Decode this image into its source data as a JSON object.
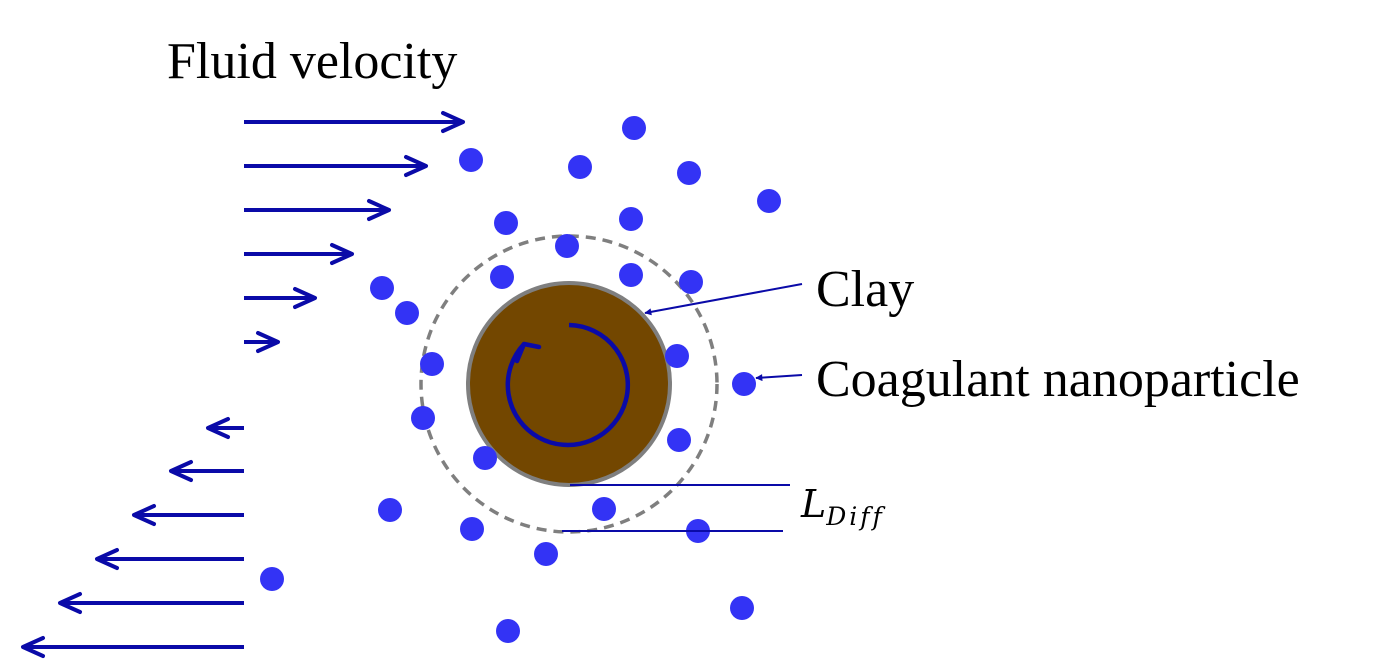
{
  "labels": {
    "fluid_velocity": "Fluid velocity",
    "clay": "Clay",
    "nanoparticle": "Coagulant nanoparticle",
    "diffusion_length_symbol": "L",
    "diffusion_length_subscript": "Diff"
  },
  "colors": {
    "arrow": "#0a0aa8",
    "particle": "#3333f5",
    "clay_fill": "#734700",
    "clay_stroke": "#7f7f7f",
    "dashed_boundary": "#7f7f7f",
    "rotation_arrow": "#0a0aa8",
    "pointer_line": "#0a0aa8"
  }
}
